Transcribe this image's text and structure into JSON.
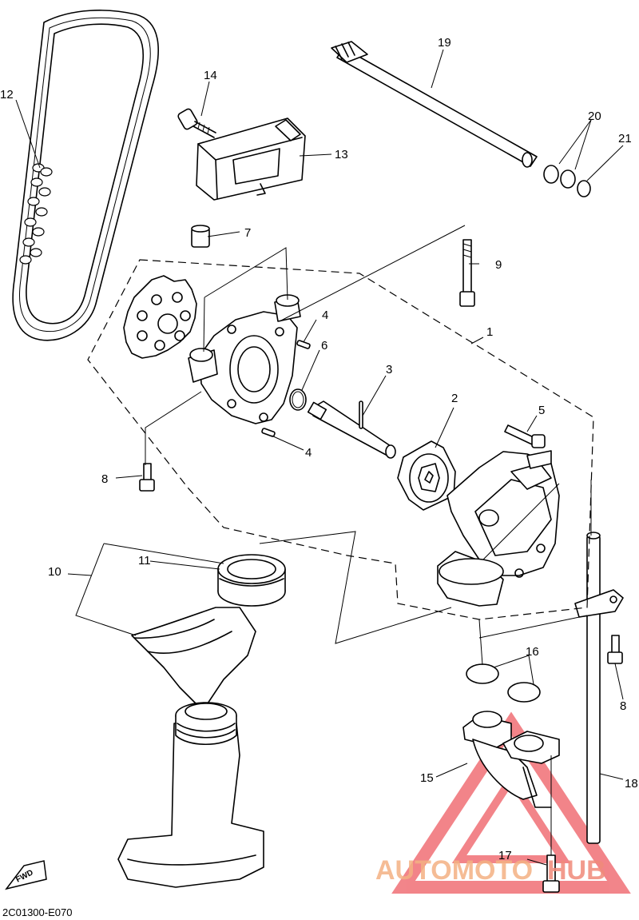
{
  "diagram_code": "2C01300-E070",
  "fwd_label": "FWD",
  "watermark": {
    "text_a": "AUTOMOTO",
    "text_b": "HUB",
    "color_a": "#f4b183",
    "color_b": "#f08a7a",
    "logo_color": "#e8212a"
  },
  "callouts": {
    "c1": "1",
    "c2": "2",
    "c3": "3",
    "c4a": "4",
    "c4b": "4",
    "c5": "5",
    "c6": "6",
    "c7": "7",
    "c8a": "8",
    "c8b": "8",
    "c9": "9",
    "c10": "10",
    "c11": "11",
    "c12": "12",
    "c13": "13",
    "c14": "14",
    "c15": "15",
    "c16": "16",
    "c17": "17",
    "c18": "18",
    "c19": "19",
    "c20": "20",
    "c21": "21"
  }
}
